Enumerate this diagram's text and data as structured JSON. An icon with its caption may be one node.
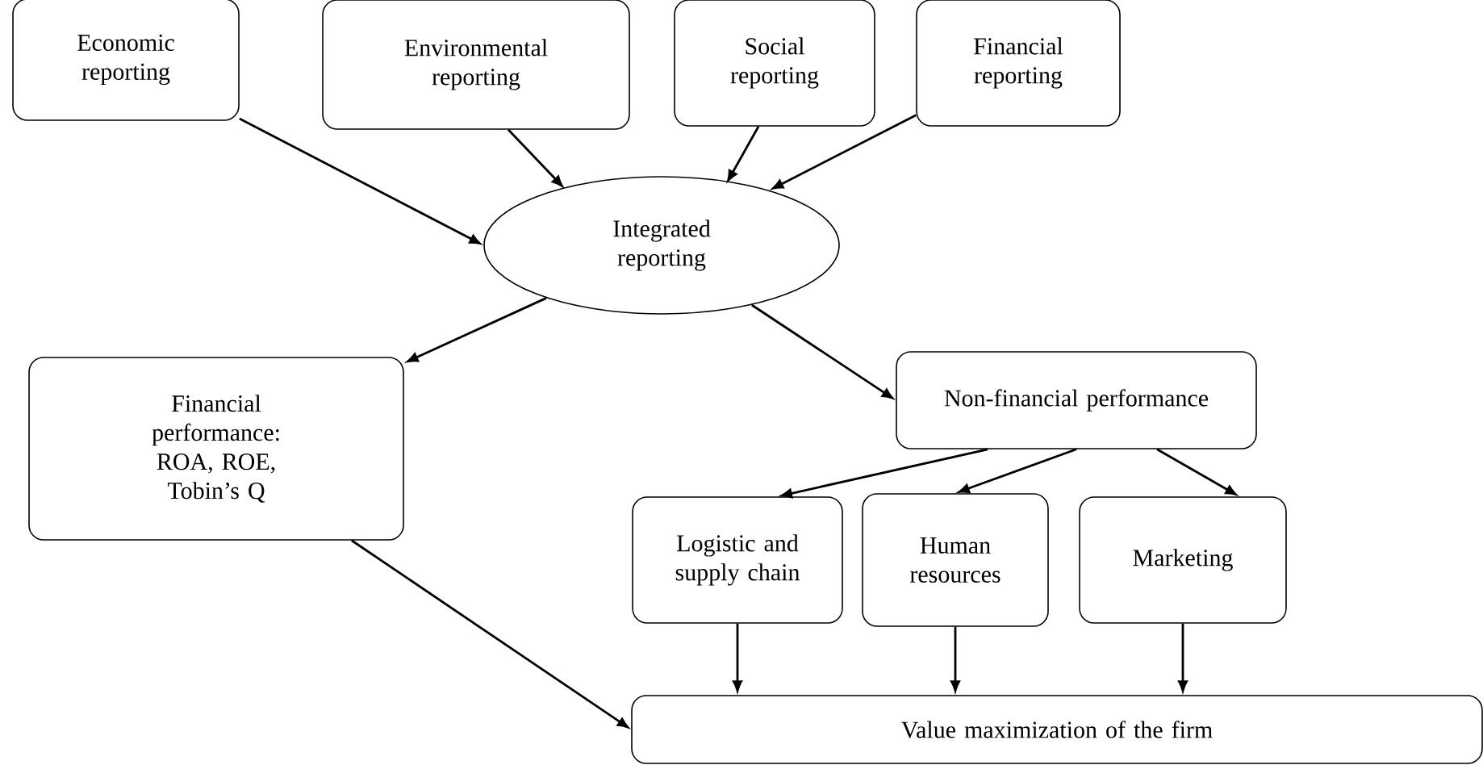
{
  "diagram": {
    "nodes": [
      {
        "text": [
          "Economic reporting"
        ]
      },
      {
        "text": [
          "Environmental reporting"
        ]
      },
      {
        "text": [
          "Social reporting"
        ]
      },
      {
        "text": [
          "Financial reporting"
        ]
      },
      {
        "text": [
          "Integrated reporting"
        ]
      },
      {
        "text": [
          "Financial performance: ROA, ROE, Tobin’s Q"
        ]
      },
      {
        "text": [
          "Non-financial performance"
        ]
      },
      {
        "text": [
          "Logistic and supply chain"
        ]
      },
      {
        "text": [
          "Human resources"
        ]
      },
      {
        "text": [
          "Marketing"
        ]
      },
      {
        "text": [
          "Value maximization of the firm"
        ]
      }
    ],
    "edges": [
      {
        "from": 0,
        "to": 4,
        "arrow": "to"
      },
      {
        "from": 1,
        "to": 4,
        "arrow": "to"
      },
      {
        "from": 2,
        "to": 4,
        "arrow": "to"
      },
      {
        "from": 3,
        "to": 4,
        "arrow": "to"
      },
      {
        "from": 4,
        "to": 5,
        "arrow": "to"
      },
      {
        "from": 4,
        "to": 6,
        "arrow": "to"
      },
      {
        "from": 6,
        "to": 7,
        "arrow": "to"
      },
      {
        "from": 6,
        "to": 8,
        "arrow": "to"
      },
      {
        "from": 6,
        "to": 9,
        "arrow": "to"
      },
      {
        "from": 5,
        "to": 10,
        "arrow": "to"
      },
      {
        "from": 7,
        "to": 10,
        "arrow": "to"
      },
      {
        "from": 8,
        "to": 10,
        "arrow": "to"
      },
      {
        "from": 9,
        "to": 10,
        "arrow": "to"
      }
    ]
  }
}
